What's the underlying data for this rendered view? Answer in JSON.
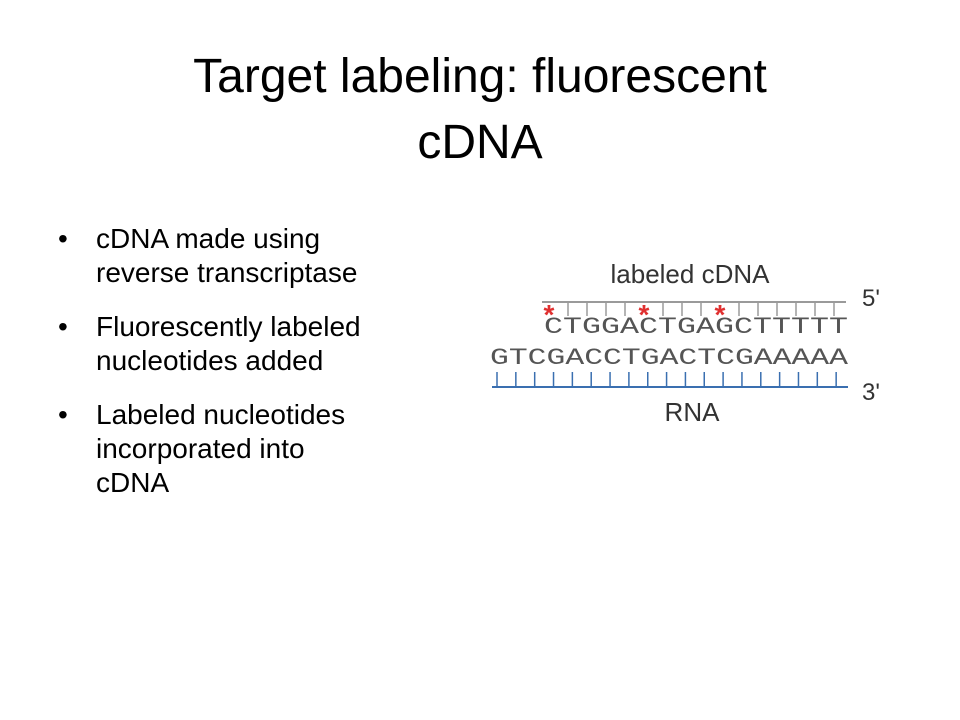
{
  "title": {
    "line1": "Target labeling: fluorescent",
    "line2": "cDNA"
  },
  "bullets": [
    "cDNA made using\nreverse transcriptase",
    "Fluorescently labeled\nnucleotides added",
    "Labeled nucleotides\nincorporated into\ncDNA"
  ],
  "bullet_glyph": "•",
  "figure": {
    "cdna_label": "labeled cDNA",
    "rna_label": "RNA",
    "five_prime": "5'",
    "three_prime": "3'",
    "cdna_sequence": "CTGGACTGAGCTTTTT",
    "rna_sequence": "GTCGACCTGACTCGAAAAA",
    "label_marker": "*",
    "label_marker_count": 3,
    "cdna_backbone_color": "#9a9a9a",
    "rna_backbone_color": "#3a6fb0",
    "label_marker_color": "#e03030"
  }
}
